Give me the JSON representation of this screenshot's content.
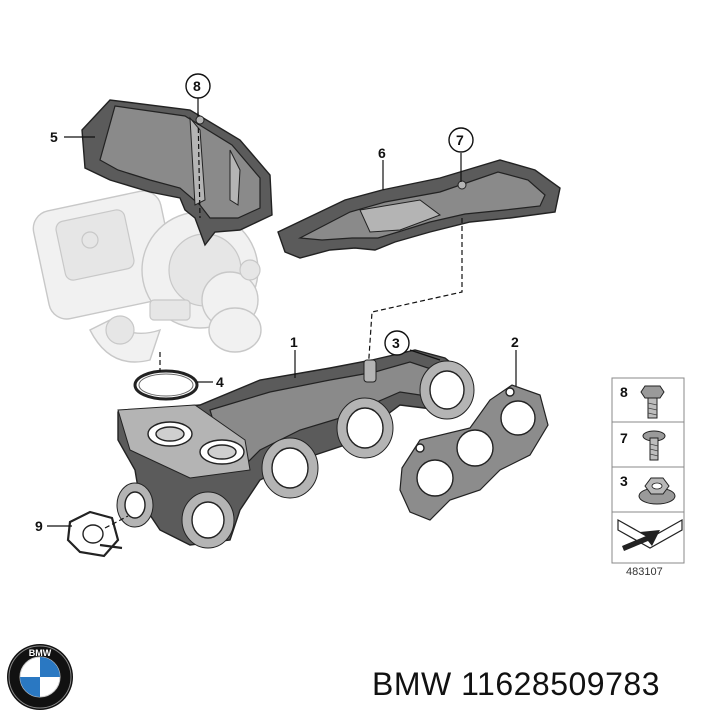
{
  "callouts": [
    {
      "id": "1",
      "label": "1"
    },
    {
      "id": "2",
      "label": "2"
    },
    {
      "id": "3",
      "label": "3"
    },
    {
      "id": "4",
      "label": "4"
    },
    {
      "id": "5",
      "label": "5"
    },
    {
      "id": "6",
      "label": "6"
    },
    {
      "id": "7",
      "label": "7"
    },
    {
      "id": "8",
      "label": "8"
    },
    {
      "id": "9",
      "label": "9"
    }
  ],
  "parts": [
    {
      "name": "exhaust-manifold",
      "callout": "1"
    },
    {
      "name": "manifold-gasket",
      "callout": "2"
    },
    {
      "name": "flange-nut",
      "callout": "3"
    },
    {
      "name": "turbo-o-ring",
      "callout": "4"
    },
    {
      "name": "turbo-heat-shield",
      "callout": "5"
    },
    {
      "name": "manifold-heat-shield",
      "callout": "6"
    },
    {
      "name": "shield-screw",
      "callout": "7"
    },
    {
      "name": "shield-bolt",
      "callout": "8"
    },
    {
      "name": "egr-gasket",
      "callout": "9"
    }
  ],
  "legend_key": {
    "items": [
      {
        "label": "8",
        "icon": "hex-bolt-icon"
      },
      {
        "label": "7",
        "icon": "screw-icon"
      },
      {
        "label": "3",
        "icon": "flange-nut-icon"
      }
    ],
    "arrow_icon": "direction-arrow-icon"
  },
  "diagram_ref": "483107",
  "brand": {
    "logo_icon": "bmw-roundel-logo",
    "logo_text": "BMW",
    "label": "BMW 11628509783"
  },
  "colors": {
    "part_dark": "#5b5b5b",
    "part_mid": "#8a8a8a",
    "ghost": "#f1f1f1",
    "logo_blue": "#2a78c2",
    "logo_ring": "#111111"
  }
}
